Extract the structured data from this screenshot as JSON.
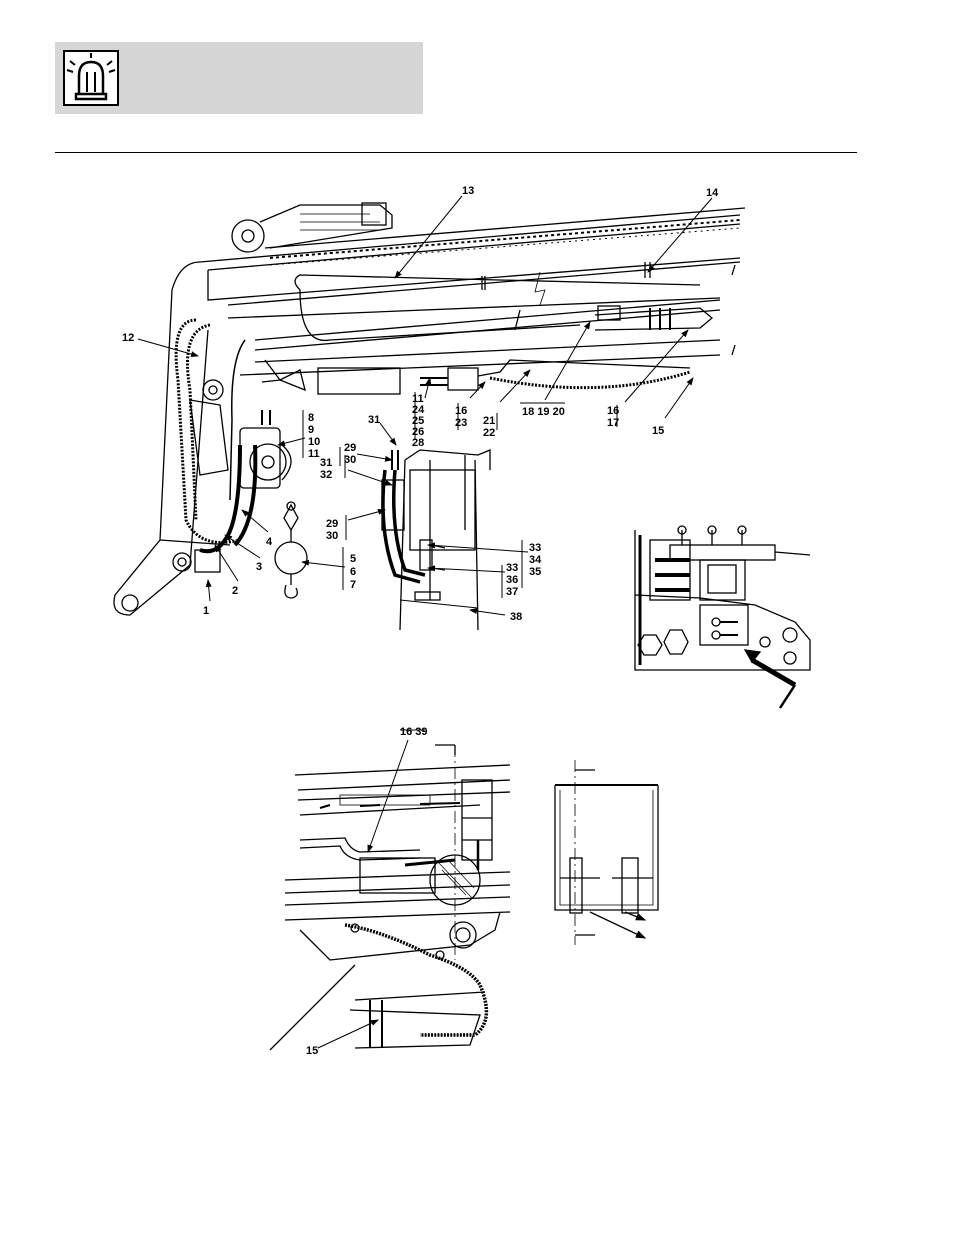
{
  "header": {
    "icon": "rotating-beacon-icon"
  },
  "callouts": {
    "c1": "1",
    "c2": "2",
    "c3": "3",
    "c4": "4",
    "c5": "5",
    "c6": "6",
    "c7": "7",
    "c8": "8",
    "c9": "9",
    "c10": "10",
    "c11": "11",
    "c12": "12",
    "c13": "13",
    "c14": "14",
    "c15a": "15",
    "c11b": "11",
    "c24": "24",
    "c25": "25",
    "c26": "26",
    "c28": "28",
    "c16a": "16",
    "c23": "23",
    "c21": "21",
    "c22": "22",
    "c18_20": "18 19 20",
    "c16b": "16",
    "c17": "17",
    "c31a": "31",
    "c29a": "29",
    "c30a": "30",
    "c31b": "31",
    "c32": "32",
    "c29b": "29",
    "c30b": "30",
    "c33a": "33",
    "c34": "34",
    "c35": "35",
    "c33b": "33",
    "c36": "36",
    "c37": "37",
    "c38": "38",
    "c16_39": "16 39",
    "c15b": "15"
  }
}
